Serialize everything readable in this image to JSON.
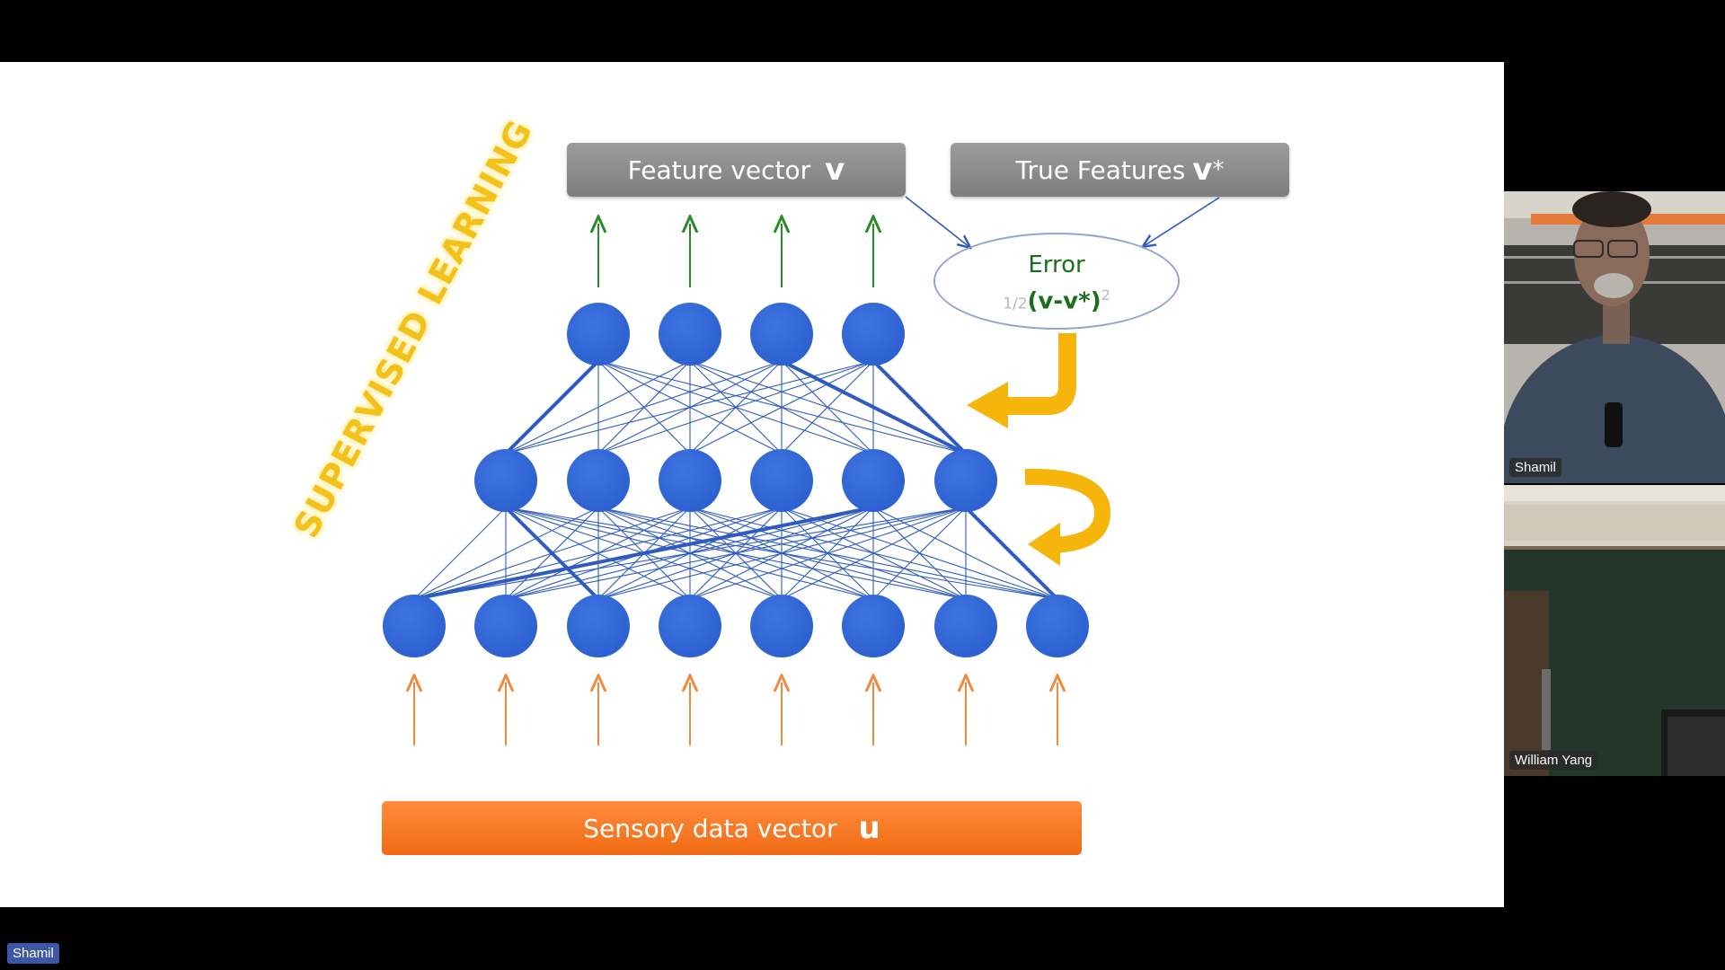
{
  "slide": {
    "feature_box": {
      "label": "Feature vector",
      "symbol": "v"
    },
    "true_box": {
      "label": "True Features",
      "symbol": "v",
      "symbol_sup": "*"
    },
    "error": {
      "label": "Error",
      "formula_frac": "1/2",
      "formula_main": "(v-v*)",
      "formula_sq": "2"
    },
    "supervised_label": "SUPERVISED LEARNING",
    "sensory_box": {
      "label": "Sensory data vector",
      "symbol": "u"
    },
    "colors": {
      "node": "#2c5fcf",
      "edge": "#2e5bbf",
      "output_arrow": "#2a8a2a",
      "input_arrow": "#f08a3c",
      "feedback_arrow": "#f5b50a"
    }
  },
  "participants": [
    {
      "name": "Shamil"
    },
    {
      "name": "William Yang"
    }
  ],
  "bottom_tag": "Shamil"
}
